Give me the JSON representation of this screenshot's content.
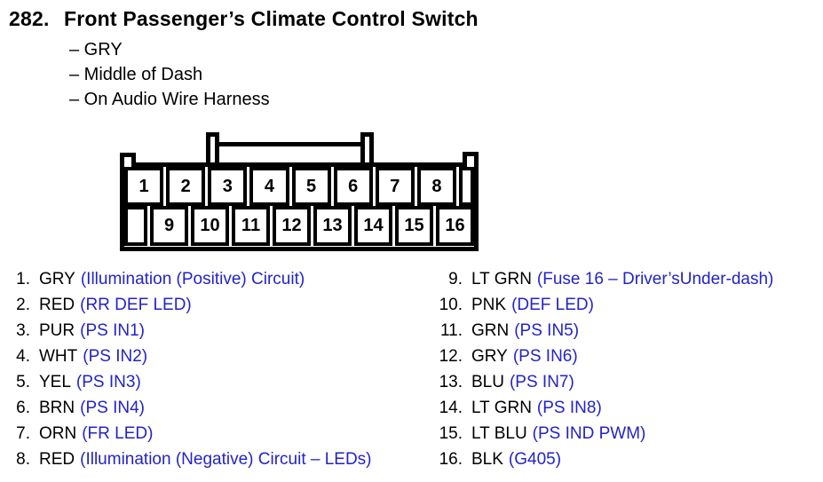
{
  "header": {
    "number": "282.",
    "title": "Front Passenger’s Climate Control Switch",
    "bullets": [
      "– GRY",
      "– Middle of Dash",
      "– On Audio Wire Harness"
    ]
  },
  "connector": {
    "top_row": [
      "1",
      "2",
      "3",
      "4",
      "5",
      "6",
      "7",
      "8"
    ],
    "bottom_row": [
      "9",
      "10",
      "11",
      "12",
      "13",
      "14",
      "15",
      "16"
    ]
  },
  "pins_left": [
    {
      "num": "1.",
      "wire": "GRY",
      "circuit": "(Illumination (Positive) Circuit)"
    },
    {
      "num": "2.",
      "wire": "RED",
      "circuit": "(RR DEF LED)"
    },
    {
      "num": "3.",
      "wire": "PUR",
      "circuit": "(PS IN1)"
    },
    {
      "num": "4.",
      "wire": "WHT",
      "circuit": "(PS IN2)"
    },
    {
      "num": "5.",
      "wire": "YEL",
      "circuit": "(PS IN3)"
    },
    {
      "num": "6.",
      "wire": "BRN",
      "circuit": "(PS IN4)"
    },
    {
      "num": "7.",
      "wire": "ORN",
      "circuit": "(FR LED)"
    },
    {
      "num": "8.",
      "wire": "RED",
      "circuit": "(Illumination (Negative) Circuit – LEDs)"
    }
  ],
  "pins_right": [
    {
      "num": "9.",
      "wire": "LT GRN",
      "circuit": "(Fuse 16 – Driver’sUnder-dash)"
    },
    {
      "num": "10.",
      "wire": "PNK",
      "circuit": "(DEF LED)"
    },
    {
      "num": "11.",
      "wire": "GRN",
      "circuit": "(PS IN5)"
    },
    {
      "num": "12.",
      "wire": "GRY",
      "circuit": "(PS IN6)"
    },
    {
      "num": "13.",
      "wire": "BLU",
      "circuit": "(PS IN7)"
    },
    {
      "num": "14.",
      "wire": "LT GRN",
      "circuit": "(PS IN8)"
    },
    {
      "num": "15.",
      "wire": "LT BLU",
      "circuit": "(PS IND PWM)"
    },
    {
      "num": "16.",
      "wire": "BLK",
      "circuit": "(G405)"
    }
  ],
  "colors": {
    "circuit_text_blue": "#2323C8",
    "diagram_line_black": "#000000",
    "background": "#FFFFFF"
  }
}
